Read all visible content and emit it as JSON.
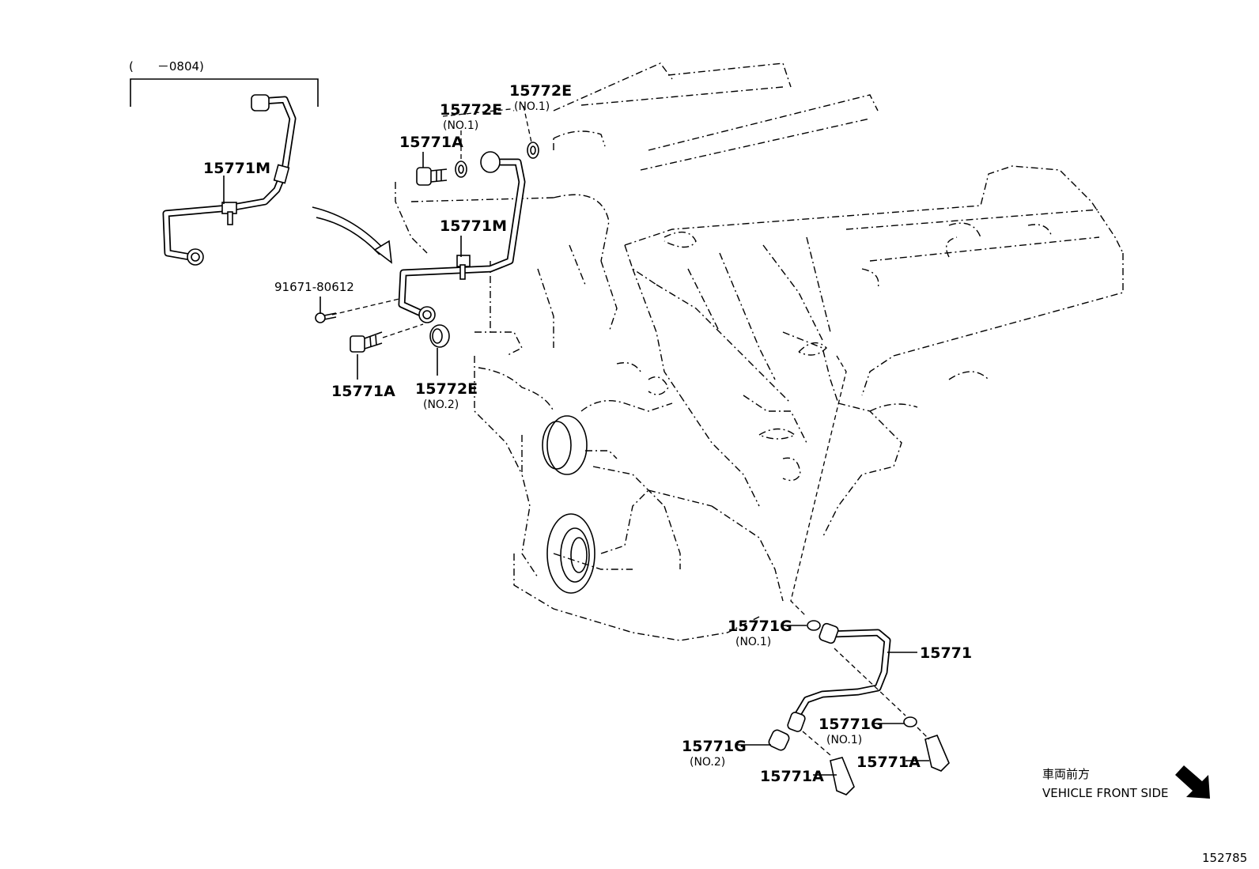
{
  "labels": {
    "date_range": "(　　－0804)",
    "pipe_old": "15771M",
    "gasket_top_left": "15772E",
    "gasket_top_left_no": "(NO.1)",
    "gasket_top_right": "15772E",
    "gasket_top_right_no": "(NO.1)",
    "bolt_top": "15771A",
    "pipe_new": "15771M",
    "bolt_small": "91671-80612",
    "bolt_mid": "15771A",
    "gasket_mid": "15772E",
    "gasket_mid_no": "(NO.2)",
    "gasket_low_1": "15771G",
    "gasket_low_1_no": "(NO.1)",
    "pipe_low": "15771",
    "gasket_low_2": "15771G",
    "gasket_low_2_no": "(NO.1)",
    "gasket_low_3": "15771G",
    "gasket_low_3_no": "(NO.2)",
    "bolt_low_1": "15771A",
    "bolt_low_2": "15771A",
    "front_jp": "車両前方",
    "front_en": "VEHICLE FRONT SIDE",
    "diagram_number": "152785"
  },
  "icons": {
    "front_direction": "arrow-down-right-icon"
  }
}
